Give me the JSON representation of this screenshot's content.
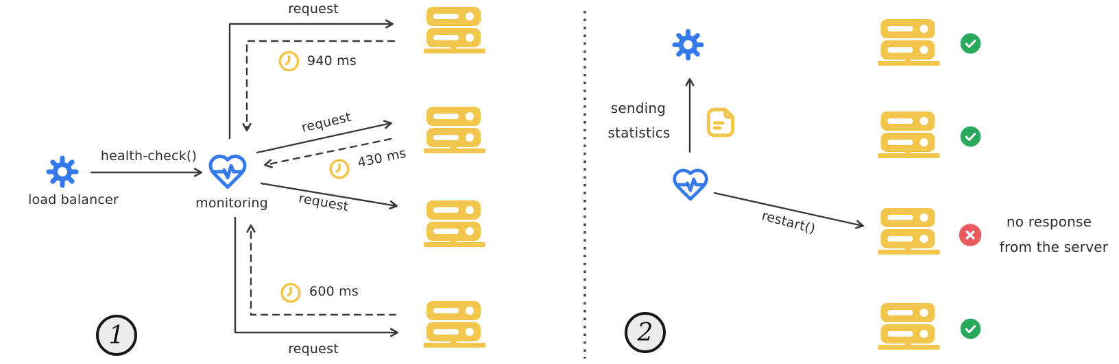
{
  "colors": {
    "ink": "#383838",
    "yellow": "#F2C64D",
    "blue": "#3479EA",
    "green": "#27A85B",
    "red": "#EA5A5C",
    "divider": "#454545",
    "text": "#2c2c2c",
    "badgeBg": "#ECECEC"
  },
  "panel1": {
    "badge": "1",
    "load_balancer": "load balancer",
    "health_check": "health-check()",
    "monitoring": "monitoring",
    "request_top": "request",
    "request_mid_up": "request",
    "request_mid_down": "request",
    "request_bottom": "request",
    "timing_top": "940 ms",
    "timing_mid": "430 ms",
    "timing_bottom": "600 ms"
  },
  "panel2": {
    "badge": "2",
    "sending_line1": "sending",
    "sending_line2": "statistics",
    "restart": "restart()",
    "no_response_line1": "no response",
    "no_response_line2": "from the server"
  }
}
